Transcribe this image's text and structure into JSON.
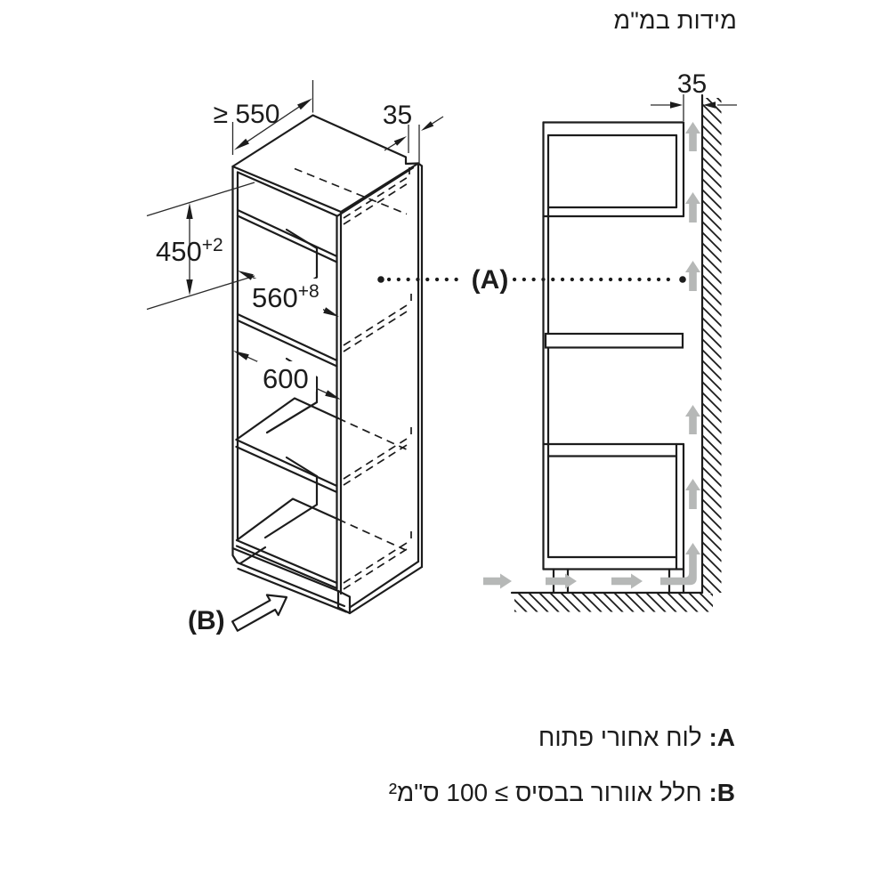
{
  "title": "מידות במ\"מ",
  "iso": {
    "dim_depth": "≥ 550",
    "dim_gap": "35",
    "dim_niche_height": "450",
    "dim_niche_height_sup": "+2",
    "dim_niche_width": "560",
    "dim_niche_width_sup": "+8",
    "dim_outer_width": "600",
    "label": "(B)"
  },
  "side": {
    "dim_gap": "35",
    "label": "(A)"
  },
  "legend": {
    "a_label": "A:",
    "a_text": "לוח אחורי פתוח",
    "b_label": "B:",
    "b_text": "חלל אוורור בבסיס ≥ 100 ס\"מ²"
  },
  "colors": {
    "line": "#1c1c1c",
    "airflow": "#b6b8b7"
  }
}
